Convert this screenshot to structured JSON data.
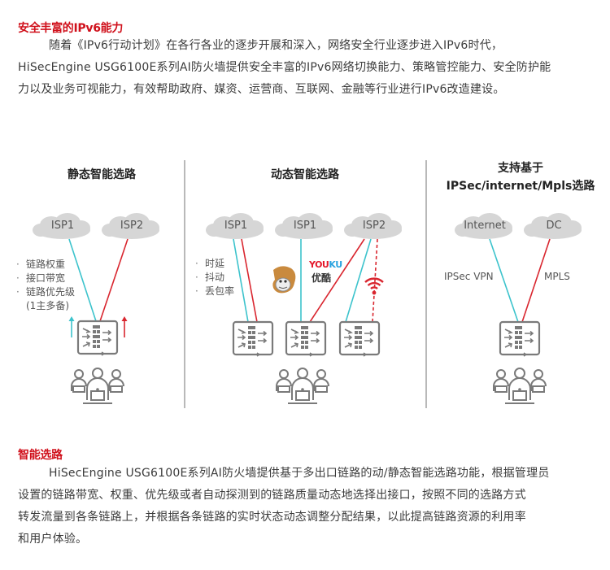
{
  "section1": {
    "heading": "安全丰富的IPv6能力",
    "paragraph_line1": "随着《IPv6行动计划》在各行各业的逐步开展和深入，网络安全行业逐步进入IPv6时代，",
    "paragraph_line2": "HiSecEngine USG6100E系列AI防火墙提供安全丰富的IPv6网络切换能力、策略管控能力、安全防护能",
    "paragraph_line3": "力以及业务可视能力，有效帮助政府、媒资、运营商、互联网、金融等行业进行IPv6改造建设。"
  },
  "diagram": {
    "colors": {
      "cyan_link": "#3cc3cc",
      "red_link": "#d9262f",
      "cloud": "#d6d6d6",
      "device": "#777777"
    },
    "static": {
      "title": "静态智能选路",
      "clouds": [
        "ISP1",
        "ISP2"
      ],
      "bullets": [
        "链路权重",
        "接口带宽",
        "链路优先级"
      ],
      "bullet_cont": "(1主多备)"
    },
    "dynamic": {
      "title": "动态智能选路",
      "clouds": [
        "ISP1",
        "ISP1",
        "ISP2"
      ],
      "bullets": [
        "时延",
        "抖动",
        "丢包率"
      ],
      "app_youku_a": "YOU",
      "app_youku_b": "KU",
      "app_youku_cn": "优酷",
      "icons": [
        "thunder-app-icon",
        "wifi-icon"
      ]
    },
    "vpn": {
      "title_line1": "支持基于",
      "title_line2": "IPSec/internet/Mpls选路",
      "clouds": [
        "Internet",
        "DC"
      ],
      "link_left": "IPSec VPN",
      "link_right": "MPLS"
    }
  },
  "section2": {
    "heading": "智能选路",
    "paragraph_line1": "HiSecEngine USG6100E系列AI防火墙提供基于多出口链路的动/静态智能选路功能，根据管理员",
    "paragraph_line2": "设置的链路带宽、权重、优先级或者自动探测到的链路质量动态地选择出接口，按照不同的选路方式",
    "paragraph_line3": "转发流量到各条链路上，并根据各条链路的实时状态动态调整分配结果，以此提高链路资源的利用率",
    "paragraph_line4": "和用户体验。"
  }
}
